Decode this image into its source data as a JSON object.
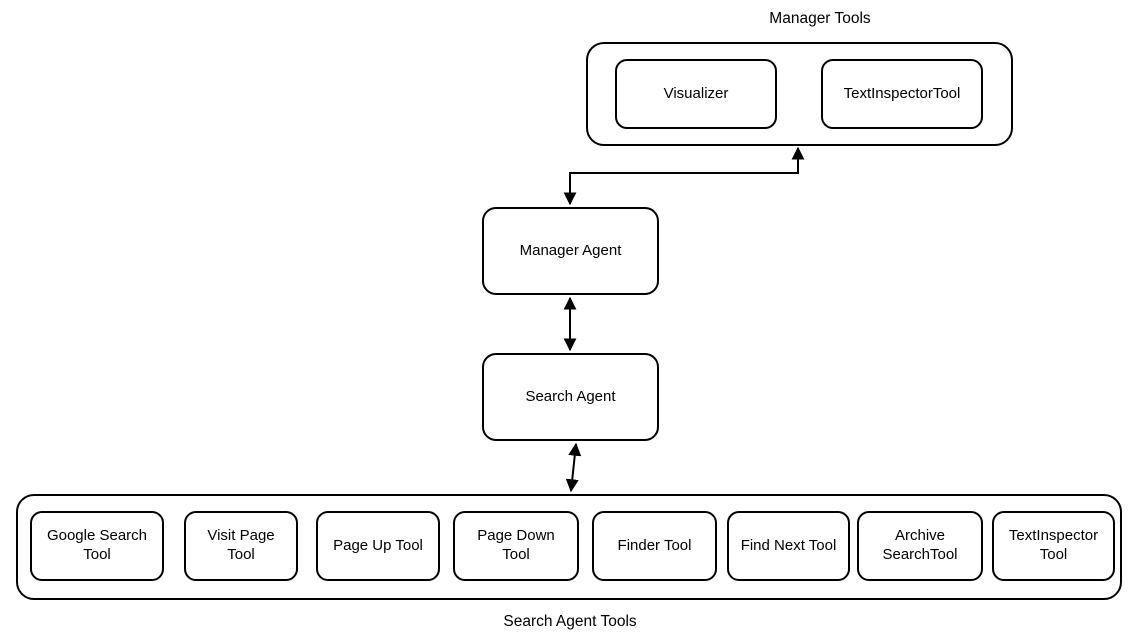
{
  "diagram": {
    "background_color": "#ffffff",
    "stroke_color": "#000000",
    "manager_tools": {
      "title": "Manager Tools",
      "tools": [
        {
          "label": "Visualizer"
        },
        {
          "label": "TextInspectorTool"
        }
      ]
    },
    "manager_agent": {
      "label": "Manager Agent"
    },
    "search_agent": {
      "label": "Search Agent"
    },
    "search_tools": {
      "title": "Search Agent Tools",
      "tools": [
        {
          "label": "Google Search Tool"
        },
        {
          "label": "Visit Page Tool"
        },
        {
          "label": "Page Up Tool"
        },
        {
          "label": "Page Down Tool"
        },
        {
          "label": "Finder Tool"
        },
        {
          "label": "Find Next Tool"
        },
        {
          "label": "Archive SearchTool"
        },
        {
          "label": "TextInspector Tool"
        }
      ]
    },
    "connectors": [
      {
        "from": "Manager Agent",
        "to": "Manager Tools",
        "style": "bidirectional elbow arrow"
      },
      {
        "from": "Manager Agent",
        "to": "Search Agent",
        "style": "bidirectional arrow"
      },
      {
        "from": "Search Agent",
        "to": "Search Agent Tools",
        "style": "bidirectional arrow"
      }
    ]
  }
}
